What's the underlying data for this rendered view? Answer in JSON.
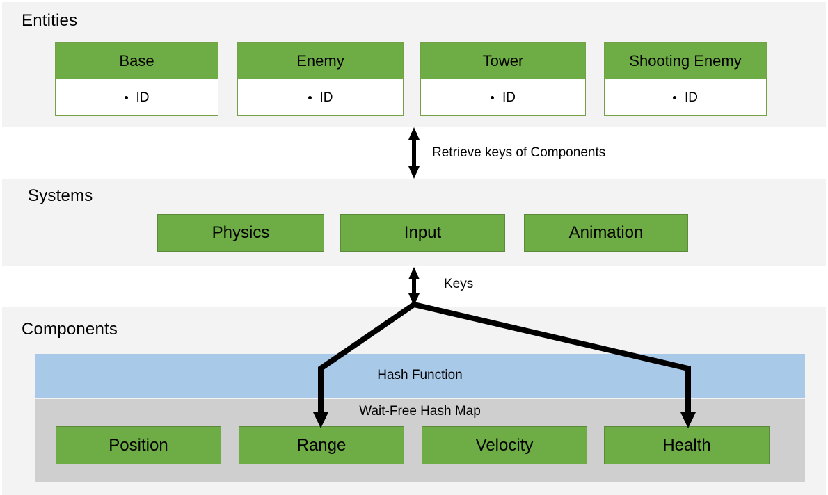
{
  "diagram": {
    "title_entities": "Entities",
    "title_systems": "Systems",
    "title_components": "Components",
    "colors": {
      "green": "#6eac46",
      "green_border": "#5c8a3a",
      "panel_bg": "#f3f3f3",
      "hash_function_band": "#a9c9e8",
      "hash_map_band": "#cfcfcf",
      "arrow": "#000000",
      "text": "#000000"
    }
  },
  "entities": {
    "label": "Entities",
    "cards": [
      {
        "name": "Base",
        "field": "ID"
      },
      {
        "name": "Enemy",
        "field": "ID"
      },
      {
        "name": "Tower",
        "field": "ID"
      },
      {
        "name": "Shooting Enemy",
        "field": "ID"
      }
    ]
  },
  "systems": {
    "label": "Systems",
    "boxes": [
      {
        "name": "Physics"
      },
      {
        "name": "Input"
      },
      {
        "name": "Animation"
      }
    ]
  },
  "components": {
    "label": "Components",
    "hash_function_label": "Hash Function",
    "hash_map_label": "Wait-Free Hash Map",
    "boxes": [
      {
        "name": "Position"
      },
      {
        "name": "Range"
      },
      {
        "name": "Velocity"
      },
      {
        "name": "Health"
      }
    ]
  },
  "connectors": [
    {
      "id": "entities-systems",
      "label": "Retrieve keys of Components",
      "style": "double-headed-vertical-arrow"
    },
    {
      "id": "systems-components",
      "label": "Keys",
      "style": "double-headed-vertical-arrow"
    },
    {
      "id": "branch-to-range",
      "label": "",
      "style": "elbow-arrow-down"
    },
    {
      "id": "branch-to-health",
      "label": "",
      "style": "elbow-arrow-down"
    }
  ]
}
